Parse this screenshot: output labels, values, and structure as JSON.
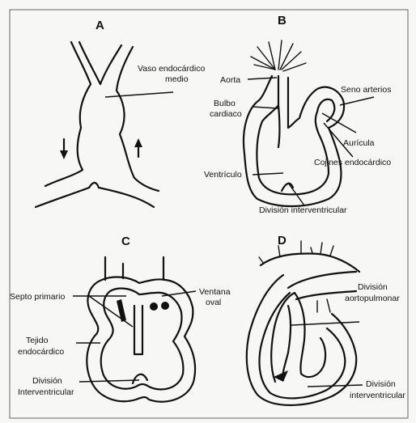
{
  "panels": {
    "a": {
      "letter": "A",
      "labels": {
        "vaso": [
          "Vaso endocárdico",
          "medio"
        ]
      }
    },
    "b": {
      "letter": "B",
      "labels": {
        "aorta": "Aorta",
        "bulbo": [
          "Bulbo",
          "cardiaco"
        ],
        "seno": "Seno arterios",
        "auricula": "Aurícula",
        "cojines": "Cojines endocárdico",
        "ventriculo": "Ventrículo",
        "division": "División interventricular"
      }
    },
    "c": {
      "letter": "C",
      "labels": {
        "septo": "Septo primario",
        "ventana": [
          "Ventana",
          "oval"
        ],
        "tejido": [
          "Tejido",
          "endocárdico"
        ],
        "division": [
          "División",
          "Interventricular"
        ]
      }
    },
    "d": {
      "letter": "D",
      "labels": {
        "aortopulmonar": [
          "División",
          "aortopulmonar"
        ],
        "interventricular": [
          "División",
          "interventricular"
        ]
      }
    }
  }
}
